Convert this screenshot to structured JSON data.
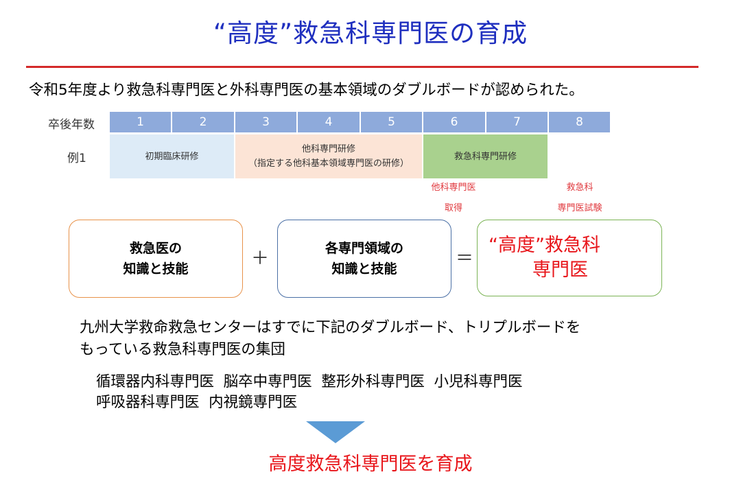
{
  "title": "“高度”救急科専門医の育成",
  "intro": "令和5年度より救急科専門医と外科専門医の基本領域のダブルボードが認められた。",
  "timeline": {
    "row_label_years": "卒後年数",
    "years": [
      "1",
      "2",
      "3",
      "4",
      "5",
      "6",
      "7",
      "8"
    ],
    "row_label_example": "例1",
    "phases": [
      {
        "line1": "初期臨床研修",
        "line2": "",
        "color": "#ddebf7"
      },
      {
        "line1": "他科専門研修",
        "line2": "（指定する他科基本領域専門医の研修）",
        "color": "#fce4d6"
      },
      {
        "line1": "救急科専門研修",
        "line2": "",
        "color": "#a9d18e"
      }
    ],
    "note_other": [
      "他科専門医",
      "取得"
    ],
    "note_exam": [
      "救急科",
      "専門医試験"
    ]
  },
  "equation": {
    "box1": [
      "救急医の",
      "知識と技能"
    ],
    "plus": "＋",
    "box2": [
      "各専門領域の",
      "知識と技能"
    ],
    "equals": "＝",
    "result": [
      "“高度”救急科",
      "専門医"
    ]
  },
  "group_text": [
    "九州大学救命救急センターはすでに下記のダブルボード、トリプルボードを",
    "もっている救急科専門医の集団"
  ],
  "specialties": [
    "循環器内科専門医  脳卒中専門医  整形外科専門医  小児科専門医",
    "呼吸器科専門医  内視鏡専門医"
  ],
  "arrow_color": "#5b9bd5",
  "final": "高度救急科専門医を育成"
}
